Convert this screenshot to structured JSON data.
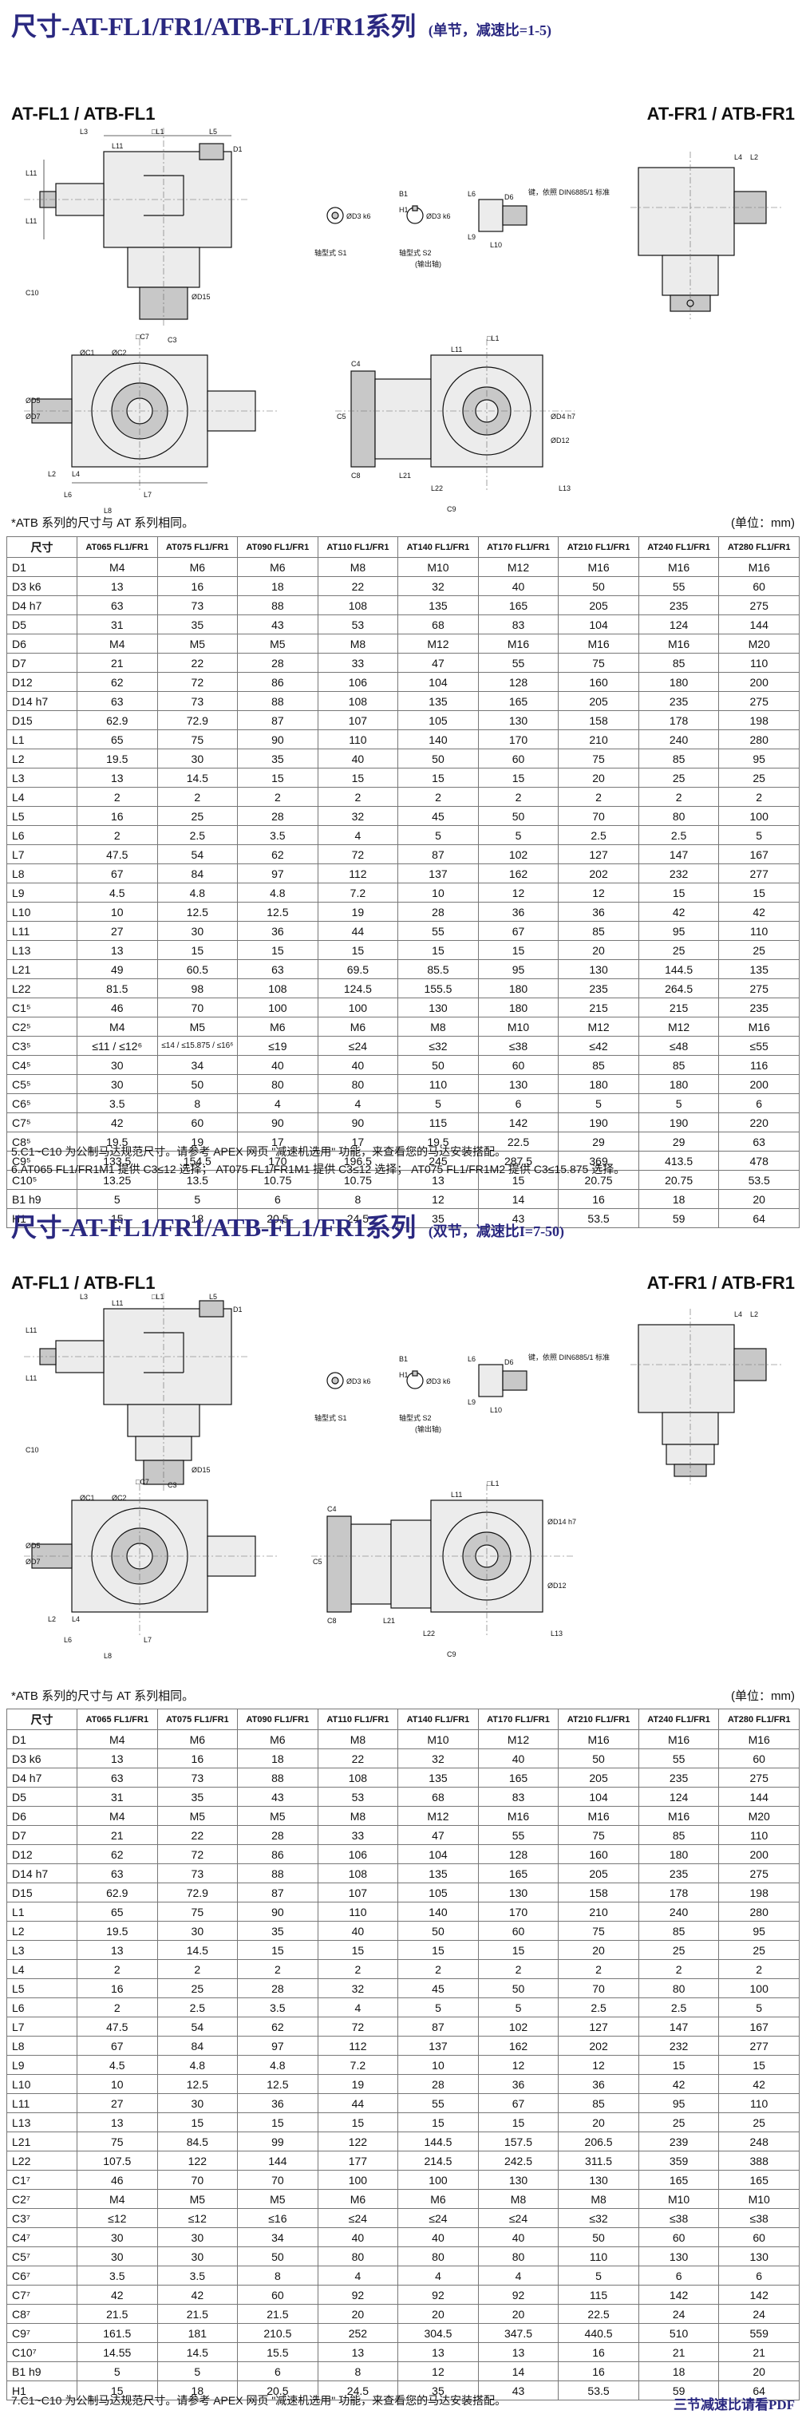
{
  "sections": [
    {
      "title": "尺寸-AT-FL1/FR1/ATB-FL1/FR1系列",
      "subtitle": "(单节，减速比=1-5)",
      "left_model": "AT-FL1 / ATB-FL1",
      "right_model": "AT-FR1 / ATB-FR1",
      "note_left": "*ATB 系列的尺寸与 AT 系列相同。",
      "note_right": "(单位：mm)",
      "headers": [
        "尺寸",
        "AT065 FL1/FR1",
        "AT075 FL1/FR1",
        "AT090 FL1/FR1",
        "AT110 FL1/FR1",
        "AT140 FL1/FR1",
        "AT170 FL1/FR1",
        "AT210 FL1/FR1",
        "AT240 FL1/FR1",
        "AT280 FL1/FR1"
      ],
      "rows": [
        [
          "D1",
          "M4",
          "M6",
          "M6",
          "M8",
          "M10",
          "M12",
          "M16",
          "M16",
          "M16"
        ],
        [
          "D3 k6",
          "13",
          "16",
          "18",
          "22",
          "32",
          "40",
          "50",
          "55",
          "60"
        ],
        [
          "D4 h7",
          "63",
          "73",
          "88",
          "108",
          "135",
          "165",
          "205",
          "235",
          "275"
        ],
        [
          "D5",
          "31",
          "35",
          "43",
          "53",
          "68",
          "83",
          "104",
          "124",
          "144"
        ],
        [
          "D6",
          "M4",
          "M5",
          "M5",
          "M8",
          "M12",
          "M16",
          "M16",
          "M16",
          "M20"
        ],
        [
          "D7",
          "21",
          "22",
          "28",
          "33",
          "47",
          "55",
          "75",
          "85",
          "110"
        ],
        [
          "D12",
          "62",
          "72",
          "86",
          "106",
          "104",
          "128",
          "160",
          "180",
          "200"
        ],
        [
          "D14 h7",
          "63",
          "73",
          "88",
          "108",
          "135",
          "165",
          "205",
          "235",
          "275"
        ],
        [
          "D15",
          "62.9",
          "72.9",
          "87",
          "107",
          "105",
          "130",
          "158",
          "178",
          "198"
        ],
        [
          "L1",
          "65",
          "75",
          "90",
          "110",
          "140",
          "170",
          "210",
          "240",
          "280"
        ],
        [
          "L2",
          "19.5",
          "30",
          "35",
          "40",
          "50",
          "60",
          "75",
          "85",
          "95"
        ],
        [
          "L3",
          "13",
          "14.5",
          "15",
          "15",
          "15",
          "15",
          "20",
          "25",
          "25"
        ],
        [
          "L4",
          "2",
          "2",
          "2",
          "2",
          "2",
          "2",
          "2",
          "2",
          "2"
        ],
        [
          "L5",
          "16",
          "25",
          "28",
          "32",
          "45",
          "50",
          "70",
          "80",
          "100"
        ],
        [
          "L6",
          "2",
          "2.5",
          "3.5",
          "4",
          "5",
          "5",
          "2.5",
          "2.5",
          "5"
        ],
        [
          "L7",
          "47.5",
          "54",
          "62",
          "72",
          "87",
          "102",
          "127",
          "147",
          "167"
        ],
        [
          "L8",
          "67",
          "84",
          "97",
          "112",
          "137",
          "162",
          "202",
          "232",
          "277"
        ],
        [
          "L9",
          "4.5",
          "4.8",
          "4.8",
          "7.2",
          "10",
          "12",
          "12",
          "15",
          "15"
        ],
        [
          "L10",
          "10",
          "12.5",
          "12.5",
          "19",
          "28",
          "36",
          "36",
          "42",
          "42"
        ],
        [
          "L11",
          "27",
          "30",
          "36",
          "44",
          "55",
          "67",
          "85",
          "95",
          "110"
        ],
        [
          "L13",
          "13",
          "15",
          "15",
          "15",
          "15",
          "15",
          "20",
          "25",
          "25"
        ],
        [
          "L21",
          "49",
          "60.5",
          "63",
          "69.5",
          "85.5",
          "95",
          "130",
          "144.5",
          "135"
        ],
        [
          "L22",
          "81.5",
          "98",
          "108",
          "124.5",
          "155.5",
          "180",
          "235",
          "264.5",
          "275"
        ],
        [
          "C1⁵",
          "46",
          "70",
          "100",
          "100",
          "130",
          "180",
          "215",
          "215",
          "235"
        ],
        [
          "C2⁵",
          "M4",
          "M5",
          "M6",
          "M6",
          "M8",
          "M10",
          "M12",
          "M12",
          "M16"
        ],
        [
          "C3⁵",
          "≤11 / ≤12⁶",
          "≤14 / ≤15.875 / ≤16⁶",
          "≤19",
          "≤24",
          "≤32",
          "≤38",
          "≤42",
          "≤48",
          "≤55"
        ],
        [
          "C4⁵",
          "30",
          "34",
          "40",
          "40",
          "50",
          "60",
          "85",
          "85",
          "116"
        ],
        [
          "C5⁵",
          "30",
          "50",
          "80",
          "80",
          "110",
          "130",
          "180",
          "180",
          "200"
        ],
        [
          "C6⁵",
          "3.5",
          "8",
          "4",
          "4",
          "5",
          "6",
          "5",
          "5",
          "6"
        ],
        [
          "C7⁵",
          "42",
          "60",
          "90",
          "90",
          "115",
          "142",
          "190",
          "190",
          "220"
        ],
        [
          "C8⁵",
          "19.5",
          "19",
          "17",
          "17",
          "19.5",
          "22.5",
          "29",
          "29",
          "63"
        ],
        [
          "C9⁵",
          "133.5",
          "154.5",
          "170",
          "196.5",
          "245",
          "287.5",
          "369",
          "413.5",
          "478"
        ],
        [
          "C10⁵",
          "13.25",
          "13.5",
          "10.75",
          "10.75",
          "13",
          "15",
          "20.75",
          "20.75",
          "53.5"
        ],
        [
          "B1 h9",
          "5",
          "5",
          "6",
          "8",
          "12",
          "14",
          "16",
          "18",
          "20"
        ],
        [
          "H1",
          "15",
          "18",
          "20.5",
          "24.5",
          "35",
          "43",
          "53.5",
          "59",
          "64"
        ]
      ],
      "footnotes": [
        "5.C1~C10 为公制马达规范尺寸。请参考 APEX 网页 \"减速机选用\" 功能，来查看您的马达安装搭配。",
        "6.AT065 FL1/FR1M1 提供 C3≤12 选择； AT075 FL1/FR1M1 提供 C3≤12 选择； AT075 FL1/FR1M2 提供 C3≤15.875 选择。"
      ]
    },
    {
      "title": "尺寸-AT-FL1/FR1/ATB-FL1/FR1系列",
      "subtitle": "(双节，减速比I=7-50)",
      "left_model": "AT-FL1 / ATB-FL1",
      "right_model": "AT-FR1 / ATB-FR1",
      "note_left": "*ATB 系列的尺寸与 AT 系列相同。",
      "note_right": "(单位：mm)",
      "headers": [
        "尺寸",
        "AT065 FL1/FR1",
        "AT075 FL1/FR1",
        "AT090 FL1/FR1",
        "AT110 FL1/FR1",
        "AT140 FL1/FR1",
        "AT170 FL1/FR1",
        "AT210 FL1/FR1",
        "AT240 FL1/FR1",
        "AT280 FL1/FR1"
      ],
      "rows": [
        [
          "D1",
          "M4",
          "M6",
          "M6",
          "M8",
          "M10",
          "M12",
          "M16",
          "M16",
          "M16"
        ],
        [
          "D3 k6",
          "13",
          "16",
          "18",
          "22",
          "32",
          "40",
          "50",
          "55",
          "60"
        ],
        [
          "D4 h7",
          "63",
          "73",
          "88",
          "108",
          "135",
          "165",
          "205",
          "235",
          "275"
        ],
        [
          "D5",
          "31",
          "35",
          "43",
          "53",
          "68",
          "83",
          "104",
          "124",
          "144"
        ],
        [
          "D6",
          "M4",
          "M5",
          "M5",
          "M8",
          "M12",
          "M16",
          "M16",
          "M16",
          "M20"
        ],
        [
          "D7",
          "21",
          "22",
          "28",
          "33",
          "47",
          "55",
          "75",
          "85",
          "110"
        ],
        [
          "D12",
          "62",
          "72",
          "86",
          "106",
          "104",
          "128",
          "160",
          "180",
          "200"
        ],
        [
          "D14 h7",
          "63",
          "73",
          "88",
          "108",
          "135",
          "165",
          "205",
          "235",
          "275"
        ],
        [
          "D15",
          "62.9",
          "72.9",
          "87",
          "107",
          "105",
          "130",
          "158",
          "178",
          "198"
        ],
        [
          "L1",
          "65",
          "75",
          "90",
          "110",
          "140",
          "170",
          "210",
          "240",
          "280"
        ],
        [
          "L2",
          "19.5",
          "30",
          "35",
          "40",
          "50",
          "60",
          "75",
          "85",
          "95"
        ],
        [
          "L3",
          "13",
          "14.5",
          "15",
          "15",
          "15",
          "15",
          "20",
          "25",
          "25"
        ],
        [
          "L4",
          "2",
          "2",
          "2",
          "2",
          "2",
          "2",
          "2",
          "2",
          "2"
        ],
        [
          "L5",
          "16",
          "25",
          "28",
          "32",
          "45",
          "50",
          "70",
          "80",
          "100"
        ],
        [
          "L6",
          "2",
          "2.5",
          "3.5",
          "4",
          "5",
          "5",
          "2.5",
          "2.5",
          "5"
        ],
        [
          "L7",
          "47.5",
          "54",
          "62",
          "72",
          "87",
          "102",
          "127",
          "147",
          "167"
        ],
        [
          "L8",
          "67",
          "84",
          "97",
          "112",
          "137",
          "162",
          "202",
          "232",
          "277"
        ],
        [
          "L9",
          "4.5",
          "4.8",
          "4.8",
          "7.2",
          "10",
          "12",
          "12",
          "15",
          "15"
        ],
        [
          "L10",
          "10",
          "12.5",
          "12.5",
          "19",
          "28",
          "36",
          "36",
          "42",
          "42"
        ],
        [
          "L11",
          "27",
          "30",
          "36",
          "44",
          "55",
          "67",
          "85",
          "95",
          "110"
        ],
        [
          "L13",
          "13",
          "15",
          "15",
          "15",
          "15",
          "15",
          "20",
          "25",
          "25"
        ],
        [
          "L21",
          "75",
          "84.5",
          "99",
          "122",
          "144.5",
          "157.5",
          "206.5",
          "239",
          "248"
        ],
        [
          "L22",
          "107.5",
          "122",
          "144",
          "177",
          "214.5",
          "242.5",
          "311.5",
          "359",
          "388"
        ],
        [
          "C1⁷",
          "46",
          "70",
          "70",
          "100",
          "100",
          "130",
          "130",
          "165",
          "165"
        ],
        [
          "C2⁷",
          "M4",
          "M5",
          "M5",
          "M6",
          "M6",
          "M8",
          "M8",
          "M10",
          "M10"
        ],
        [
          "C3⁷",
          "≤12",
          "≤12",
          "≤16",
          "≤24",
          "≤24",
          "≤24",
          "≤32",
          "≤38",
          "≤38"
        ],
        [
          "C4⁷",
          "30",
          "30",
          "34",
          "40",
          "40",
          "40",
          "50",
          "60",
          "60"
        ],
        [
          "C5⁷",
          "30",
          "30",
          "50",
          "80",
          "80",
          "80",
          "110",
          "130",
          "130"
        ],
        [
          "C6⁷",
          "3.5",
          "3.5",
          "8",
          "4",
          "4",
          "4",
          "5",
          "6",
          "6"
        ],
        [
          "C7⁷",
          "42",
          "42",
          "60",
          "92",
          "92",
          "92",
          "115",
          "142",
          "142"
        ],
        [
          "C8⁷",
          "21.5",
          "21.5",
          "21.5",
          "20",
          "20",
          "20",
          "22.5",
          "24",
          "24"
        ],
        [
          "C9⁷",
          "161.5",
          "181",
          "210.5",
          "252",
          "304.5",
          "347.5",
          "440.5",
          "510",
          "559"
        ],
        [
          "C10⁷",
          "14.55",
          "14.5",
          "15.5",
          "13",
          "13",
          "13",
          "16",
          "21",
          "21"
        ],
        [
          "B1 h9",
          "5",
          "5",
          "6",
          "8",
          "12",
          "14",
          "16",
          "18",
          "20"
        ],
        [
          "H1",
          "15",
          "18",
          "20.5",
          "24.5",
          "35",
          "43",
          "53.5",
          "59",
          "64"
        ]
      ],
      "footnotes": [
        "7.C1~C10 为公制马达规范尺寸。请参考 APEX 网页 \"减速机选用\" 功能，来查看您的马达安装搭配。"
      ],
      "pdf_link": "三节减速比请看PDF"
    }
  ],
  "drawing_labels": {
    "shaft_s1": "轴型式 S1",
    "shaft_s2": "轴型式 S2",
    "output_shaft": "(输出轴)",
    "key_note": "键，依照 DIN6885/1 标准",
    "dims_top_left": [
      "L3",
      "□L1",
      "L5",
      "L11",
      "D1",
      "L11",
      "D15",
      "C10"
    ],
    "dims_front_left": [
      "□C7",
      "ØC1",
      "ØC2",
      "L2",
      "L4",
      "L6",
      "L7",
      "L8"
    ],
    "dims_front_right": [
      "C4",
      "□L1",
      "L11",
      "C5",
      "C8",
      "L21",
      "L22",
      "C9",
      "L13"
    ],
    "dims_shaft": [
      "B1",
      "L6",
      "D6",
      "L9",
      "L10",
      "H1"
    ]
  },
  "colors": {
    "title_blue": "#2a2880",
    "line": "#111111",
    "grid": "#777777"
  }
}
